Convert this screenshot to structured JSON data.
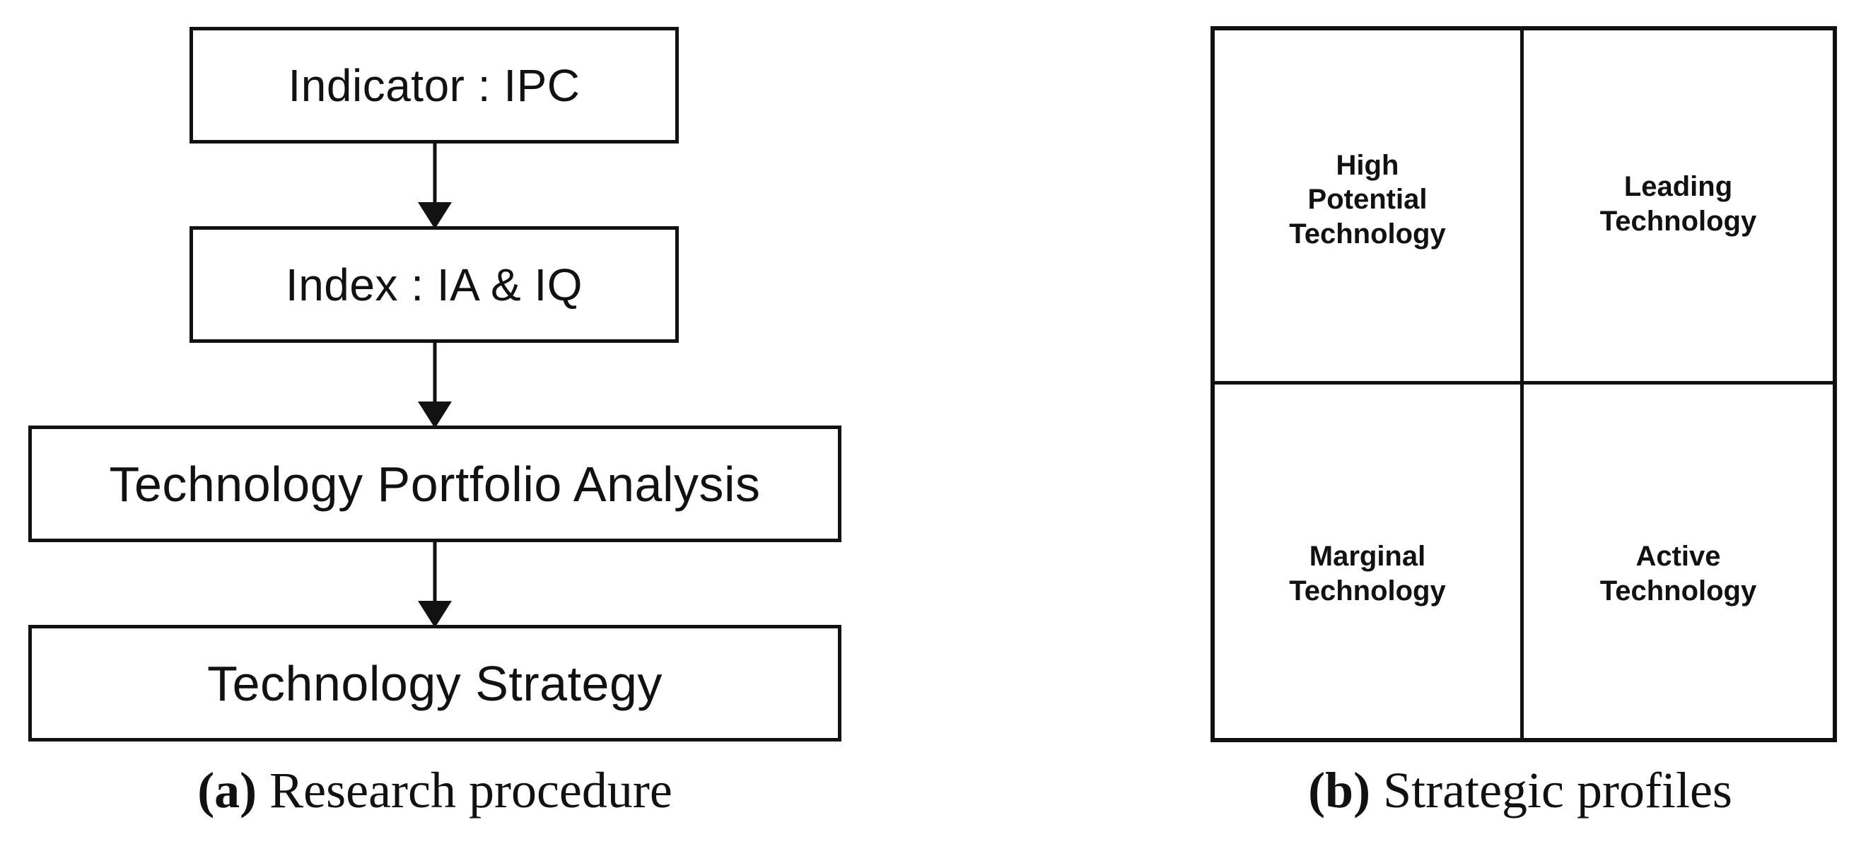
{
  "figure": {
    "background_color": "#ffffff",
    "line_color": "#111111"
  },
  "panel_a": {
    "caption_tag": "(a)",
    "caption_text": " Research procedure",
    "flow_steps": [
      {
        "id": "indicator",
        "label": "Indicator : IPC"
      },
      {
        "id": "index",
        "label": "Index : IA & IQ"
      },
      {
        "id": "portfolio",
        "label": "Technology Portfolio Analysis"
      },
      {
        "id": "strategy",
        "label": "Technology Strategy"
      }
    ],
    "connectors": [
      {
        "id": "arrow-1",
        "from": "indicator",
        "to": "index",
        "type": "down-arrow"
      },
      {
        "id": "arrow-2",
        "from": "index",
        "to": "portfolio",
        "type": "down-arrow"
      },
      {
        "id": "arrow-3",
        "from": "portfolio",
        "to": "strategy",
        "type": "down-arrow"
      }
    ]
  },
  "panel_b": {
    "caption_tag": "(b)",
    "caption_text": " Strategic profiles",
    "quadrants": [
      {
        "id": "high-potential",
        "position": "top-left",
        "label": "High\nPotential\nTechnology"
      },
      {
        "id": "leading",
        "position": "top-right",
        "label": "Leading\nTechnology"
      },
      {
        "id": "marginal",
        "position": "bottom-left",
        "label": "Marginal\nTechnology"
      },
      {
        "id": "active",
        "position": "bottom-right",
        "label": "Active\nTechnology"
      }
    ]
  }
}
